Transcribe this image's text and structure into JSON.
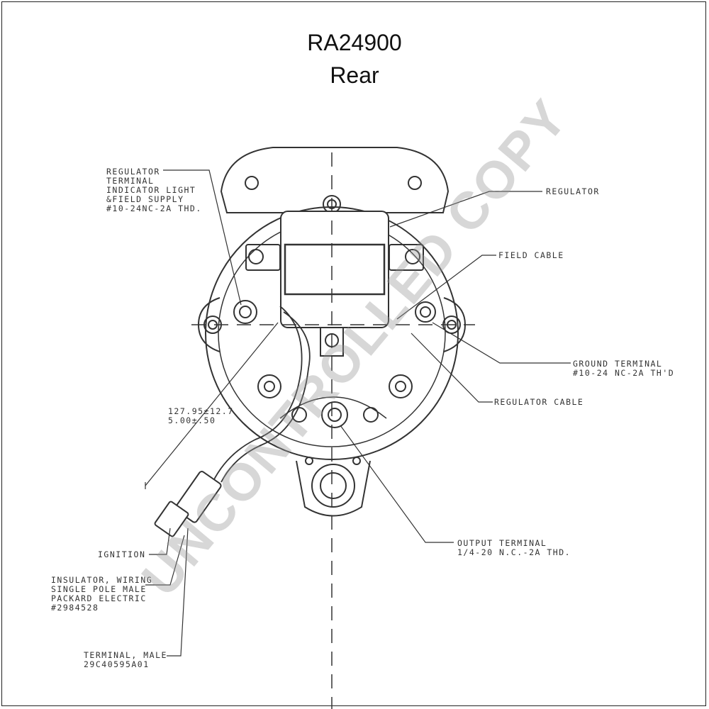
{
  "title": {
    "model": "RA24900",
    "view": "Rear"
  },
  "watermark": "UNCONTROLLED COPY",
  "labels": {
    "regulator_terminal": "REGULATOR\nTERMINAL\nINDICATOR LIGHT\n&FIELD SUPPLY\n#10-24NC-2A THD.",
    "regulator": "REGULATOR",
    "field_cable": "FIELD CABLE",
    "ground_terminal": "GROUND TERMINAL\n#10-24 NC-2A TH'D",
    "regulator_cable": "REGULATOR CABLE",
    "dimension": "127.95±12.7\n5.00±.50",
    "output_terminal": "OUTPUT TERMINAL\n1/4-20 N.C.-2A THD.",
    "ignition": "IGNITION",
    "insulator": "INSULATOR, WIRING\nSINGLE POLE MALE\nPACKARD ELECTRIC\n#2984528",
    "terminal_male": "TERMINAL, MALE\n29C40595A01"
  }
}
